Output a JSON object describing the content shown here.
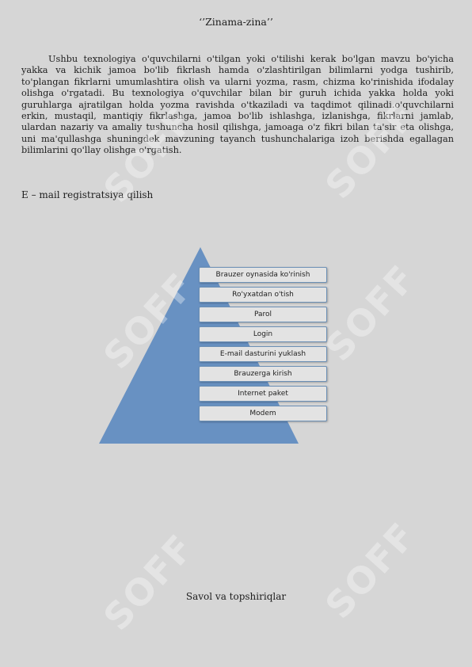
{
  "page": {
    "title": "‘’Zinama-zina’’",
    "paragraph": "Ushbu texnologiya o'quvchilarni o'tilgan yoki o'tilishi kerak bo'lgan mavzu bo'yicha yakka va kichik jamoa bo'lib fikrlash hamda o'zlashtirilgan bilimlarni yodga tushirib, to'plangan fikrlarni umumlashtira olish va ularni yozma, rasm, chizma ko'rinishida ifodalay olishga o'rgatadi. Bu texnologiya o'quvchilar bilan bir guruh ichida yakka holda yoki guruhlarga ajratilgan holda yozma ravishda o'tkaziladi va taqdimot qilinadi.o'quvchilarni erkin, mustaqil, mantiqiy fikrlashga, jamoa bo'lib ishlashga, izlanishga, fikrlarni jamlab, ulardan nazariy va amaliy tushuncha hosil qilishga, jamoaga o'z fikri bilan ta'sir eta olishga, uni ma'qullashga shuningdek mavzuning tayanch tushunchalariga izoh berishda egallagan bilimlarini qo'llay olishga o'rgatish.",
    "section_heading": "E – mail registratsiya qilish",
    "bottom_heading": "Savol va topshiriqlar"
  },
  "diagram": {
    "fill_color": "#4f81bd",
    "steps": [
      "Brauzer oynasida ko'rinish",
      "Ro'yxatdan o'tish",
      "Parol",
      "Login",
      "E-mail dasturini yuklash",
      "Brauzerga kirish",
      "Internet paket",
      "Modem"
    ]
  },
  "watermark": {
    "text": "SOFF"
  }
}
